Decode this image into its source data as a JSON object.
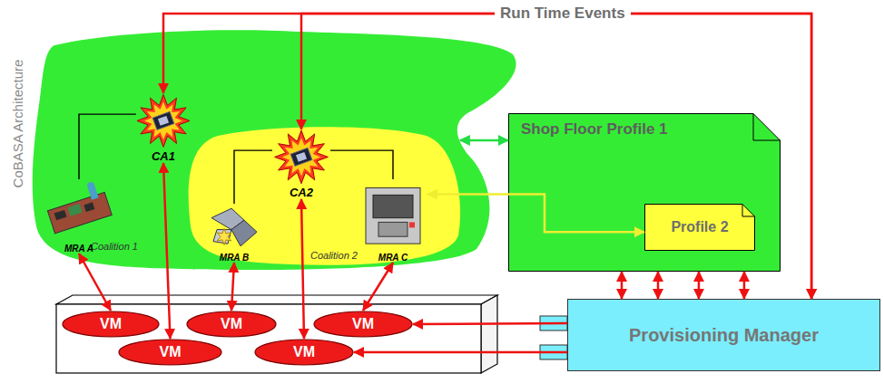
{
  "diagram": {
    "nodes": [
      {
        "text": [
          "Coalition 1"
        ]
      },
      {
        "text": [
          "MRA A"
        ],
        "in": 0
      },
      {
        "text": [
          "CA1"
        ],
        "in": 0
      },
      {
        "text": [
          "Coalition 2"
        ],
        "in": 0
      },
      {
        "text": [
          "CA2"
        ],
        "in": 3
      },
      {
        "text": [
          "MRA B"
        ],
        "in": 3
      },
      {
        "text": [
          "MRA C"
        ],
        "in": 3
      },
      {
        "text": [
          "Shop Floor Profile 1"
        ]
      },
      {
        "text": [
          "Profile 2"
        ],
        "in": 7
      },
      {
        "text": [
          "VM"
        ]
      },
      {
        "text": [
          "VM"
        ]
      },
      {
        "text": [
          "VM"
        ]
      },
      {
        "text": [
          "VM"
        ]
      },
      {
        "text": [
          "VM"
        ]
      },
      {
        "text": [
          "Provisioning Manager"
        ]
      }
    ],
    "edges": [
      {
        "from": 2,
        "to": 1,
        "arrow": "none"
      },
      {
        "from": 4,
        "to": 5,
        "arrow": "none"
      },
      {
        "from": 4,
        "to": 6,
        "arrow": "none"
      },
      {
        "from": 2,
        "to": 14,
        "arrow": "both"
      },
      {
        "from": 4,
        "to": 14,
        "arrow": "both"
      },
      {
        "from": 0,
        "to": 7,
        "arrow": "both"
      },
      {
        "from": 6,
        "to": 8,
        "arrow": "both"
      },
      {
        "from": 7,
        "to": 14,
        "arrow": "both"
      },
      {
        "from": 7,
        "to": 14,
        "arrow": "both"
      },
      {
        "from": 7,
        "to": 14,
        "arrow": "both"
      },
      {
        "from": 7,
        "to": 14,
        "arrow": "both"
      },
      {
        "from": 1,
        "to": 9,
        "arrow": "both"
      },
      {
        "from": 2,
        "to": 12,
        "arrow": "both"
      },
      {
        "from": 5,
        "to": 10,
        "arrow": "both"
      },
      {
        "from": 4,
        "to": 13,
        "arrow": "both"
      },
      {
        "from": 6,
        "to": 11,
        "arrow": "both"
      },
      {
        "from": 14,
        "to": 11,
        "arrow": "to"
      },
      {
        "from": 14,
        "to": 13,
        "arrow": "to"
      }
    ],
    "labels": [
      "CoBASA Architecture",
      "Run Time Events"
    ]
  }
}
